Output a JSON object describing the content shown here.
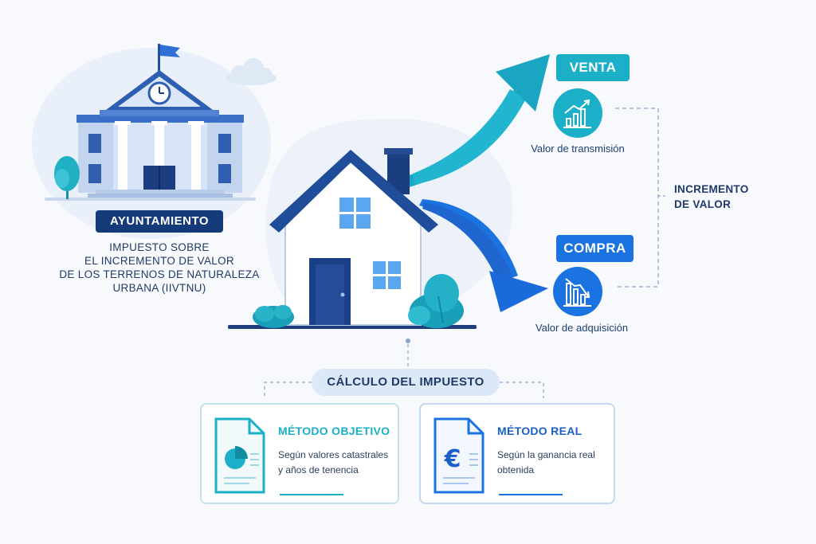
{
  "ayuntamiento": {
    "label": "AYUNTAMIENTO",
    "description": [
      "IMPUESTO SOBRE",
      "EL INCREMENTO DE VALOR",
      "DE LOS TERRENOS DE NATURALEZA",
      "URBANA (IIVTNU)"
    ]
  },
  "venta": {
    "label": "VENTA",
    "caption": "Valor de transmisión",
    "icon": "chart-up-icon"
  },
  "compra": {
    "label": "COMPRA",
    "caption": "Valor de adquisición",
    "icon": "chart-down-icon"
  },
  "incremento": {
    "line1": "INCREMENTO",
    "line2": "DE VALOR"
  },
  "calculo": {
    "title": "CÁLCULO DEL IMPUESTO"
  },
  "metodos": {
    "objetivo": {
      "title": "MÉTODO OBJETIVO",
      "text_line1": "Según valores catastrales",
      "text_line2": "y años de tenencia",
      "icon": "pie-document-icon"
    },
    "real": {
      "title": "MÉTODO REAL",
      "text_line1": "Según la ganancia real",
      "text_line2": "obtenida",
      "icon": "euro-document-icon"
    }
  },
  "colors": {
    "navy": "#153a7a",
    "teal": "#1bb0c8",
    "blue": "#1a73e0",
    "light_blue": "#dbe8f8",
    "background": "#f7f9fc"
  }
}
